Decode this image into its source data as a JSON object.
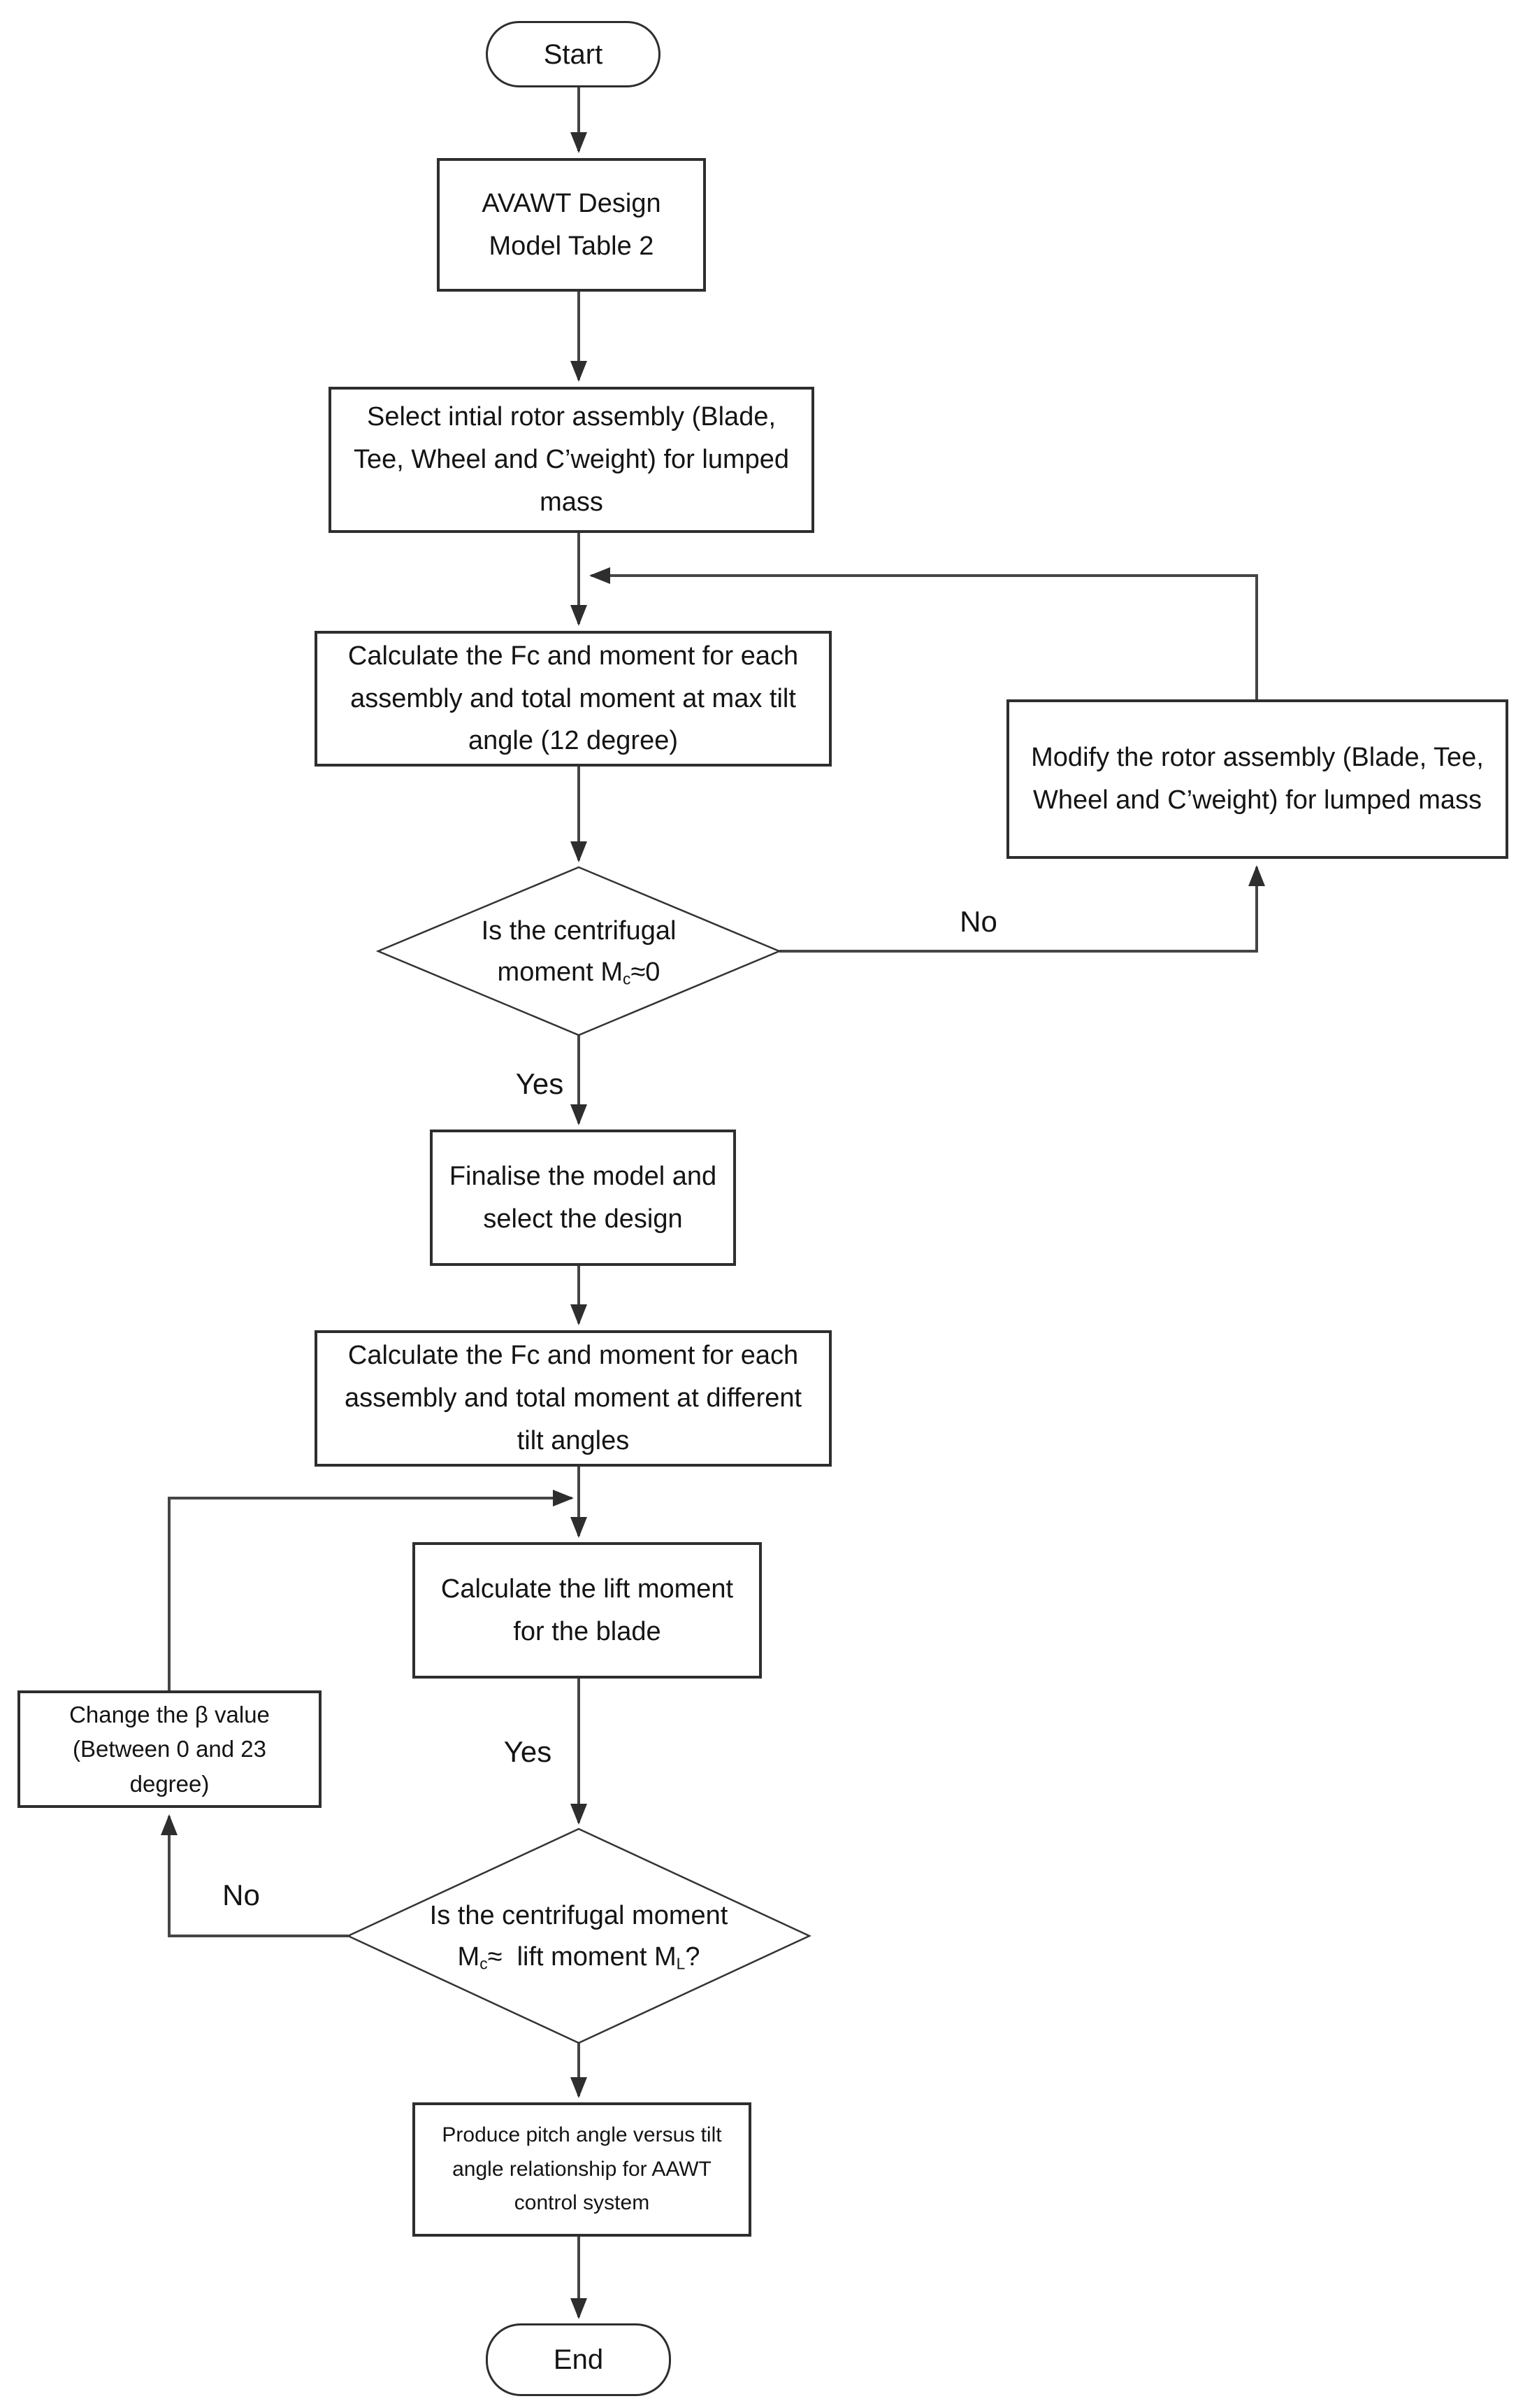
{
  "page": {
    "background": "#ffffff"
  },
  "colors": {
    "line": "#454545",
    "box_border": "#2e2e2e",
    "diamond_border": "#333333",
    "text": "#141414"
  },
  "nodes": {
    "start": {
      "label": "Start",
      "type": "terminator"
    },
    "design_model": {
      "label": "AVAWT Design\nModel Table 2",
      "type": "process"
    },
    "select_rotor": {
      "label": "Select intial rotor assembly (Blade,\nTee, Wheel and C’weight) for lumped\nmass",
      "type": "process"
    },
    "calc_max_tilt": {
      "label": "Calculate the Fc and moment for each\nassembly and total moment at max tilt\nangle (12 degree)",
      "type": "process"
    },
    "modify_rotor": {
      "label": "Modify the rotor assembly (Blade, Tee,\nWheel and C’weight) for lumped mass",
      "type": "process"
    },
    "decision_mc_zero": {
      "line1": "Is the centrifugal",
      "line2_pre": "moment M",
      "line2_sub": "c",
      "line2_post": "≈0",
      "type": "decision"
    },
    "finalise": {
      "label": "Finalise the model and\nselect the design",
      "type": "process"
    },
    "calc_diff_tilt": {
      "label": "Calculate the Fc and moment for each\nassembly and total moment at different\ntilt angles",
      "type": "process"
    },
    "calc_lift": {
      "label": "Calculate the lift moment\nfor the blade",
      "type": "process"
    },
    "change_beta": {
      "label": "Change the β value\n(Between 0 and 23\ndegree)",
      "type": "process"
    },
    "decision_mc_ml": {
      "line1": "Is the centrifugal moment",
      "l2a": "M",
      "l2b": "c",
      "l2c": "≈  lift moment M",
      "l2d": "L",
      "l2e": "?",
      "type": "decision"
    },
    "produce": {
      "label": "Produce pitch angle versus tilt\nangle relationship for AAWT\ncontrol system",
      "type": "process"
    },
    "end": {
      "label": "End",
      "type": "terminator"
    }
  },
  "edge_labels": {
    "yes1": "Yes",
    "no1": "No",
    "yes2": "Yes",
    "no2": "No"
  },
  "edges": [
    {
      "from": "start",
      "to": "design_model",
      "label": ""
    },
    {
      "from": "design_model",
      "to": "select_rotor",
      "label": ""
    },
    {
      "from": "select_rotor",
      "to": "calc_max_tilt",
      "label": ""
    },
    {
      "from": "calc_max_tilt",
      "to": "decision_mc_zero",
      "label": ""
    },
    {
      "from": "decision_mc_zero",
      "to": "modify_rotor",
      "label": "No"
    },
    {
      "from": "modify_rotor",
      "to": "calc_max_tilt",
      "label": ""
    },
    {
      "from": "decision_mc_zero",
      "to": "finalise",
      "label": "Yes"
    },
    {
      "from": "finalise",
      "to": "calc_diff_tilt",
      "label": ""
    },
    {
      "from": "calc_diff_tilt",
      "to": "calc_lift",
      "label": ""
    },
    {
      "from": "calc_lift",
      "to": "decision_mc_ml",
      "label": "Yes"
    },
    {
      "from": "decision_mc_ml",
      "to": "change_beta",
      "label": "No"
    },
    {
      "from": "change_beta",
      "to": "calc_lift",
      "label": ""
    },
    {
      "from": "decision_mc_ml",
      "to": "produce",
      "label": ""
    },
    {
      "from": "produce",
      "to": "end",
      "label": ""
    }
  ]
}
